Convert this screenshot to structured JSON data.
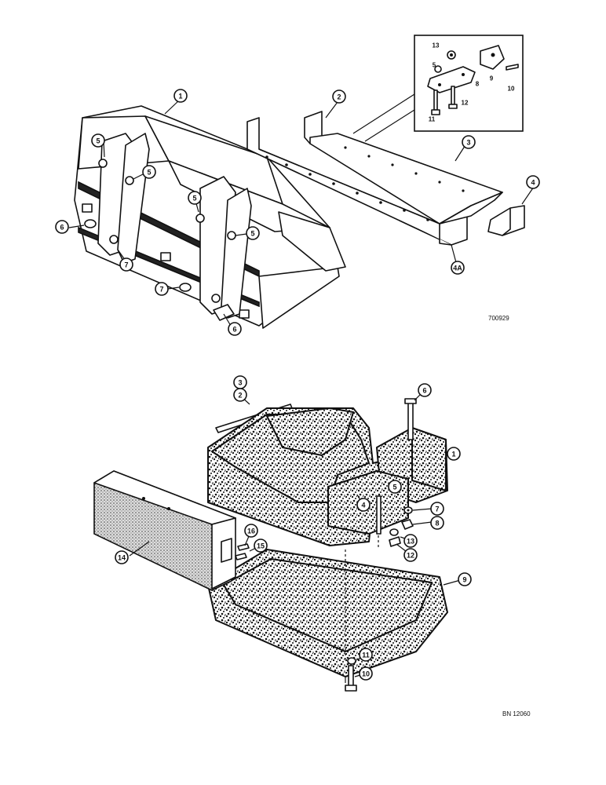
{
  "top_diagram": {
    "figure_code": "700929",
    "callouts": [
      "1",
      "2",
      "3",
      "4",
      "4A",
      "5",
      "5",
      "5",
      "5",
      "6",
      "6",
      "7",
      "7"
    ],
    "inset_callouts": [
      "13",
      "5",
      "8",
      "9",
      "10",
      "12",
      "11"
    ]
  },
  "bottom_diagram": {
    "figure_code": "BN 12060",
    "callouts": [
      "3",
      "2",
      "6",
      "1",
      "4",
      "5",
      "7",
      "8",
      "13",
      "12",
      "16",
      "15",
      "14",
      "9",
      "11",
      "10"
    ]
  }
}
